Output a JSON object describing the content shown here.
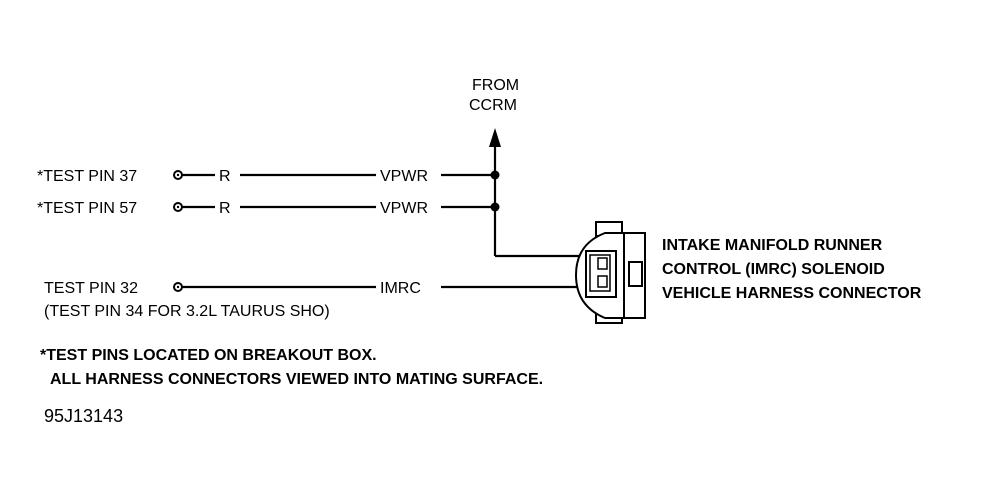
{
  "source": {
    "line1": "FROM",
    "line2": "CCRM"
  },
  "pins": [
    {
      "pin_label": "*TEST PIN 37",
      "wire_color": "R",
      "circuit": "VPWR"
    },
    {
      "pin_label": "*TEST PIN 57",
      "wire_color": "R",
      "circuit": "VPWR"
    },
    {
      "pin_label": "TEST PIN 32",
      "wire_color": "",
      "circuit": "IMRC",
      "note": "(TEST PIN 34 FOR 3.2L TAURUS SHO)"
    }
  ],
  "connector": {
    "line1": "INTAKE MANIFOLD RUNNER",
    "line2": "CONTROL (IMRC) SOLENOID",
    "line3": "VEHICLE HARNESS CONNECTOR"
  },
  "footnote": {
    "line1": "*TEST PINS LOCATED ON BREAKOUT BOX.",
    "line2": "ALL HARNESS CONNECTORS VIEWED INTO MATING SURFACE."
  },
  "figure_id": "95J13143"
}
